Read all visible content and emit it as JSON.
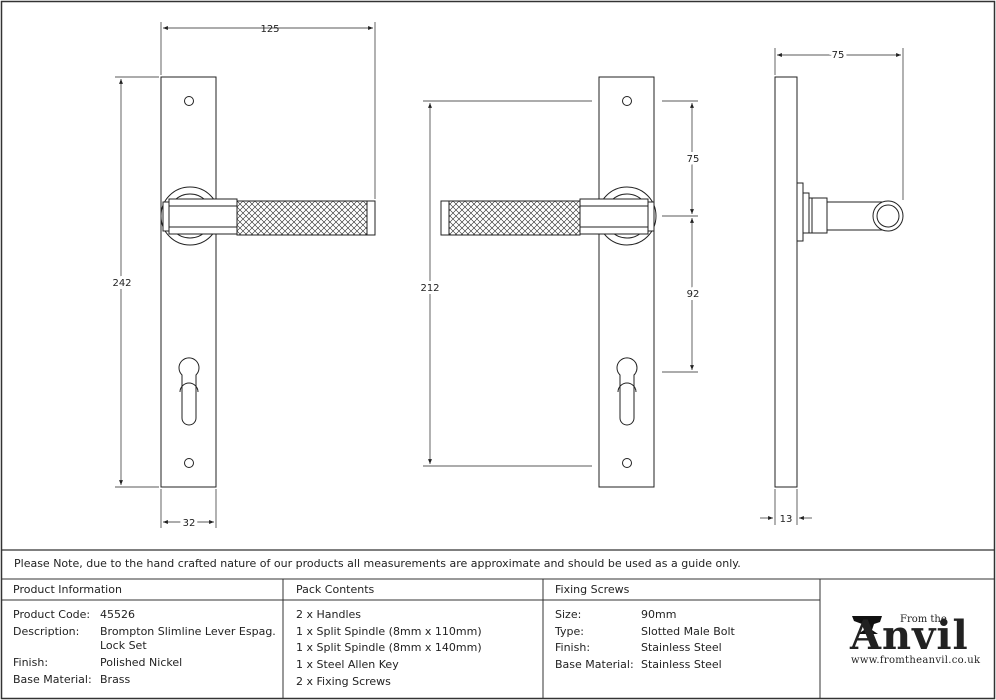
{
  "dimensions": {
    "front_width": "125",
    "front_height": "242",
    "plate_width": "32",
    "centres_height": "212",
    "top_to_lever": "75",
    "lever_to_keyhole": "92",
    "side_projection": "75",
    "side_thickness": "13"
  },
  "note": "Please Note, due to the hand crafted nature of our products all measurements are approximate and should be used as a guide only.",
  "product_info": {
    "header": "Product Information",
    "rows": [
      {
        "label": "Product Code:",
        "value": "45526"
      },
      {
        "label": "Description:",
        "value": "Brompton Slimline Lever Espag.",
        "value2": "Lock Set"
      },
      {
        "label": "Finish:",
        "value": "Polished Nickel"
      },
      {
        "label": "Base Material:",
        "value": "Brass"
      }
    ]
  },
  "pack_contents": {
    "header": "Pack Contents",
    "items": [
      "2 x Handles",
      "1 x Split Spindle (8mm x 110mm)",
      "1 x Split Spindle (8mm x 140mm)",
      "1 x Steel Allen Key",
      "2 x Fixing Screws"
    ]
  },
  "fixing_screws": {
    "header": "Fixing Screws",
    "rows": [
      {
        "label": "Size:",
        "value": "90mm"
      },
      {
        "label": "Type:",
        "value": "Slotted Male Bolt"
      },
      {
        "label": "Finish:",
        "value": "Stainless Steel"
      },
      {
        "label": "Base Material:",
        "value": "Stainless Steel"
      }
    ]
  },
  "logo": {
    "from": "From the",
    "name": "Anvil",
    "url": "www.fromtheanvil.co.uk"
  },
  "colors": {
    "line": "#222222",
    "frame": "#333333"
  }
}
